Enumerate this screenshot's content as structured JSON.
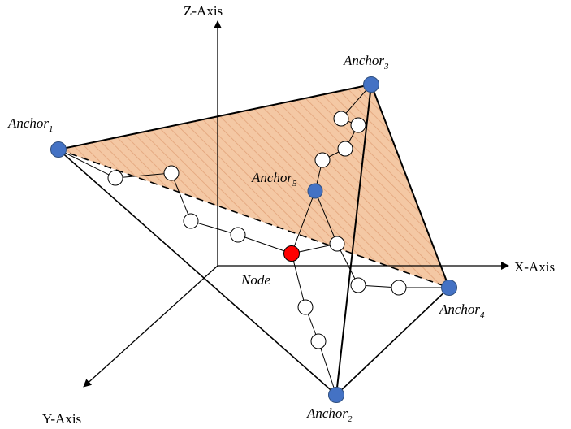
{
  "axes": {
    "z_label": "Z-Axis",
    "x_label": "X-Axis",
    "y_label": "Y-Axis"
  },
  "anchors": [
    {
      "id": "anchor-1",
      "base": "Anchor",
      "sub": "1"
    },
    {
      "id": "anchor-2",
      "base": "Anchor",
      "sub": "2"
    },
    {
      "id": "anchor-3",
      "base": "Anchor",
      "sub": "3"
    },
    {
      "id": "anchor-4",
      "base": "Anchor",
      "sub": "4"
    },
    {
      "id": "anchor-5",
      "base": "Anchor",
      "sub": "5"
    }
  ],
  "node": {
    "label": "Node"
  },
  "colors": {
    "anchor_fill": "#4472c4",
    "anchor_stroke": "#2f4f7f",
    "node_fill": "#ff0000",
    "relay_fill": "#ffffff",
    "plane_fill": "#f4c8a4",
    "plane_hatch": "#e2a37a",
    "line": "#000000"
  }
}
